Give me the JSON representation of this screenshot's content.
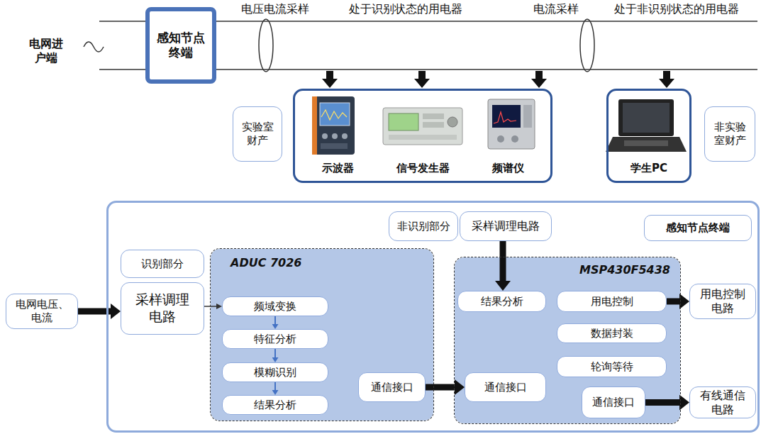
{
  "diagram": {
    "nodes": [
      {
        "text": [
          "感知节点终端"
        ]
      },
      {
        "text": [
          "实验室财产"
        ]
      },
      {
        "text": [
          "示波器",
          "信号发生器",
          "频谱仪"
        ]
      },
      {
        "text": [
          "学生PC"
        ]
      },
      {
        "text": [
          "非实验室财产"
        ]
      },
      {
        "text": [
          "电网电压、电流"
        ]
      },
      {
        "text": [
          "感知节点终端"
        ]
      },
      {
        "text": [
          "识别部分"
        ],
        "in": 6
      },
      {
        "text": [
          "采样调理电路"
        ],
        "in": 6
      },
      {
        "text": [
          "ADUC 7026"
        ],
        "in": 6
      },
      {
        "text": [
          "频域变换"
        ],
        "in": 9
      },
      {
        "text": [
          "特征分析"
        ],
        "in": 9
      },
      {
        "text": [
          "模糊识别"
        ],
        "in": 9
      },
      {
        "text": [
          "结果分析"
        ],
        "in": 9
      },
      {
        "text": [
          "通信接口"
        ],
        "in": 9
      },
      {
        "text": [
          "非识别部分"
        ],
        "in": 6
      },
      {
        "text": [
          "采样调理电路"
        ],
        "in": 6
      },
      {
        "text": [
          "MSP430F5438"
        ],
        "in": 6
      },
      {
        "text": [
          "结果分析"
        ],
        "in": 17
      },
      {
        "text": [
          "用电控制"
        ],
        "in": 17
      },
      {
        "text": [
          "数据封装"
        ],
        "in": 17
      },
      {
        "text": [
          "轮询等待"
        ],
        "in": 17
      },
      {
        "text": [
          "通信接口"
        ],
        "in": 17
      },
      {
        "text": [
          "通信接口"
        ],
        "in": 17
      },
      {
        "text": [
          "用电控制电路"
        ],
        "in": 6
      },
      {
        "text": [
          "有线通信电路"
        ],
        "in": 6
      }
    ],
    "edges": [
      {
        "from": 5,
        "to": 8,
        "arrow": "to"
      },
      {
        "from": 8,
        "to": 10,
        "arrow": "to"
      },
      {
        "from": 10,
        "to": 11,
        "arrow": "to"
      },
      {
        "from": 11,
        "to": 12,
        "arrow": "to"
      },
      {
        "from": 12,
        "to": 13,
        "arrow": "to"
      },
      {
        "from": 14,
        "to": 22,
        "arrow": "to"
      },
      {
        "from": 16,
        "to": 18,
        "arrow": "to"
      },
      {
        "from": 19,
        "to": 24,
        "arrow": "to"
      },
      {
        "from": 23,
        "to": 25,
        "arrow": "to"
      }
    ],
    "labels": [
      "电网进户端",
      "电压电流采样",
      "处于识别状态的用电器",
      "电流采样",
      "处于非识别状态的用电器"
    ]
  }
}
